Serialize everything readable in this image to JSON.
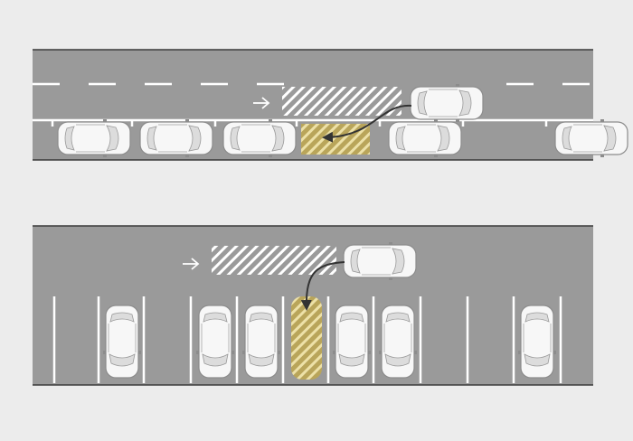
{
  "diagram": {
    "panels": [
      {
        "id": "parallel",
        "parked_car_count": 5,
        "target_space": "highlighted",
        "maneuver": "curved-arrow-into-space",
        "direction_marker": "right-arrow-icon"
      },
      {
        "id": "perpendicular",
        "parked_car_count": 6,
        "target_space": "highlighted",
        "maneuver": "curved-arrow-into-space",
        "direction_marker": "right-arrow-icon"
      }
    ]
  },
  "colors": {
    "background": "#ececec",
    "road": "#9a9a9a",
    "road_edge": "#3a3a3a",
    "marking": "#ffffff",
    "target_space": "#c8b46a",
    "car_body": "#f7f7f7",
    "car_outline": "#8c8c8c",
    "arrow": "#333333"
  }
}
